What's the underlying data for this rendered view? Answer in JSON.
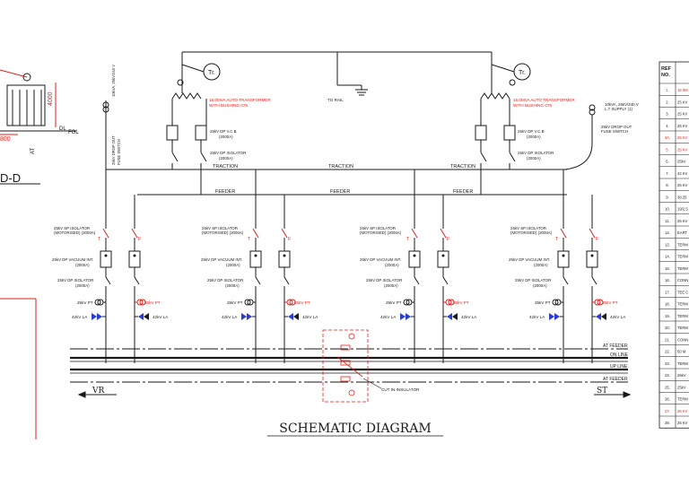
{
  "title": "SCHEMATIC DIAGRAM",
  "left_detail": {
    "section": "D-D",
    "dim_h": "4000",
    "dim_w": "800",
    "label_dl": "DL",
    "label_fgl": "FGL",
    "label_at": "AT"
  },
  "top": {
    "left_transformer_label": [
      "16.0MVA AUTO TRANSFORMER",
      "WITH BUSHING CTs"
    ],
    "right_transformer_label": [
      "16.0MVA AUTO TRANSFORMER",
      "WITH BUSHING CTs"
    ],
    "to_rail": "TO RAIL",
    "tr_symbol": "Tr.",
    "left_vcb": [
      "25kV DP V.C.B",
      "(2000A)"
    ],
    "right_vcb": [
      "25kV DP V.C.B",
      "(2000A)"
    ],
    "left_isolator": [
      "25kV DP ISOLATOR",
      "(2000A)"
    ],
    "right_isolator": [
      "25kV DP ISOLATOR",
      "(2000A)"
    ],
    "aux_supply": [
      "10kVA, 25kV/240 V",
      "L.T SUPPLY (1)"
    ],
    "dropout_fuse": [
      "25kV DROP OUT",
      "FUSE SWITCH"
    ],
    "left_vertical_labels": [
      "10kVA, 25kV/240 V",
      "25kV DROP OUT",
      "FUSE SWITCH"
    ]
  },
  "bus_labels": {
    "traction": "TRACTION",
    "feeder": "FEEDER"
  },
  "feeder_labels": {
    "sp_isolator": [
      "25kV SP ISOLATOR",
      "(MOTORISED) (2000A)"
    ],
    "vacuum_int": [
      "25kV DP VACUUM INT.",
      "(2000A)"
    ],
    "dp_isolator": [
      "25kV DP ISOLATOR",
      "(2000A)"
    ],
    "pt": "25kV PT",
    "la": "42kV LA",
    "t": "T",
    "f": "F"
  },
  "line_labels": [
    "AT FEEDER",
    "ON LINE",
    "UP LINE",
    "AT FEEDER"
  ],
  "cut_in_insulator": "CUT IN INSULATOR",
  "direction": {
    "left": "VR",
    "right": "ST"
  },
  "ref_table": {
    "header": [
      "REF",
      "NO."
    ],
    "rows": [
      {
        "no": "1.",
        "desc": "16.0M",
        "red": true
      },
      {
        "no": "2.",
        "desc": "25 KV",
        "red": false
      },
      {
        "no": "3.",
        "desc": "25 KV",
        "red": false
      },
      {
        "no": "4.",
        "desc": "25 KV",
        "red": false
      },
      {
        "no": "4A.",
        "desc": "25 KV",
        "red": true
      },
      {
        "no": "5.",
        "desc": "25 KV",
        "red": true
      },
      {
        "no": "6.",
        "desc": "25kV",
        "red": false
      },
      {
        "no": "7.",
        "desc": "42 KV",
        "red": false
      },
      {
        "no": "8.",
        "desc": "25 KV",
        "red": false
      },
      {
        "no": "9.",
        "desc": "38.25",
        "red": false
      },
      {
        "no": "10.",
        "desc": "19/2.5",
        "red": false
      },
      {
        "no": "11.",
        "desc": "25 KV",
        "red": false
      },
      {
        "no": "12.",
        "desc": "EART",
        "red": false
      },
      {
        "no": "13.",
        "desc": "TERM",
        "red": false
      },
      {
        "no": "14.",
        "desc": "TERM",
        "red": false
      },
      {
        "no": "15.",
        "desc": "TERM",
        "red": false
      },
      {
        "no": "16.",
        "desc": "CONN",
        "red": false
      },
      {
        "no": "17.",
        "desc": "TEE C",
        "red": false
      },
      {
        "no": "18.",
        "desc": "TERM",
        "red": false
      },
      {
        "no": "19.",
        "desc": "TERM",
        "red": false
      },
      {
        "no": "20.",
        "desc": "TERM",
        "red": false
      },
      {
        "no": "21.",
        "desc": "CONN",
        "red": false
      },
      {
        "no": "22.",
        "desc": "50 M",
        "red": false
      },
      {
        "no": "23.",
        "desc": "TERM",
        "red": false
      },
      {
        "no": "24.",
        "desc": "25kV",
        "red": false
      },
      {
        "no": "25.",
        "desc": "25kV",
        "red": false
      },
      {
        "no": "26.",
        "desc": "TERM",
        "red": false
      },
      {
        "no": "27.",
        "desc": "25 KV",
        "red": true
      },
      {
        "no": "28.",
        "desc": "25 KV",
        "red": false
      }
    ]
  },
  "colors": {
    "line": "#1a1a1a",
    "accent_red": "#e0201c",
    "blue_la": "#2a3fd0"
  }
}
